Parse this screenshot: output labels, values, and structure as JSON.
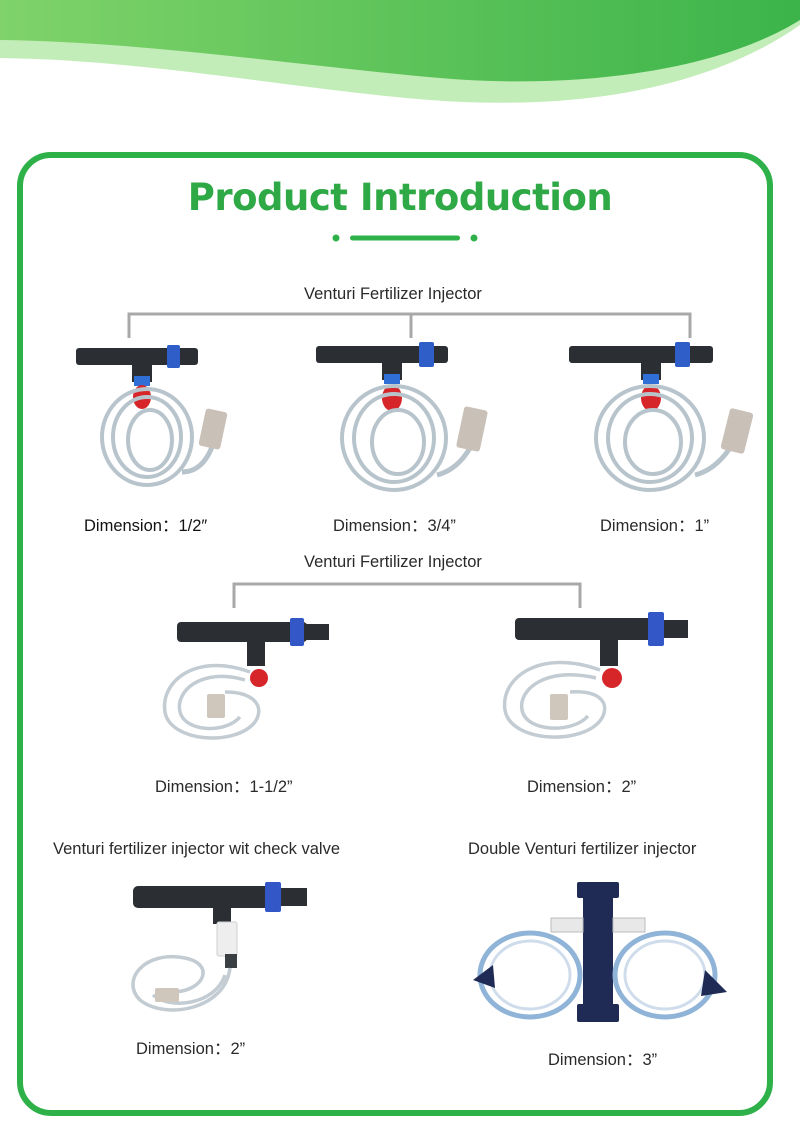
{
  "page": {
    "title": "Product Introduction",
    "brand_color": "#2fb14a"
  },
  "group1": {
    "label": "Venturi Fertilizer Injector",
    "items": [
      {
        "dimension": "Dimension：1/2″",
        "icon": "venturi-injector-icon"
      },
      {
        "dimension": "Dimension：3/4”",
        "icon": "venturi-injector-icon"
      },
      {
        "dimension": "Dimension：1”",
        "icon": "venturi-injector-icon"
      }
    ]
  },
  "group2": {
    "label": "Venturi Fertilizer Injector",
    "items": [
      {
        "dimension": "Dimension：1-1/2”",
        "icon": "venturi-injector-icon"
      },
      {
        "dimension": "Dimension：2”",
        "icon": "venturi-injector-icon"
      }
    ]
  },
  "check_valve": {
    "label": "Venturi fertilizer injector wit check valve",
    "dimension": "Dimension：2”",
    "icon": "venturi-injector-check-valve-icon"
  },
  "double": {
    "label": "Double Venturi fertilizer injector",
    "dimension": "Dimension：3”",
    "icon": "double-venturi-injector-icon"
  }
}
